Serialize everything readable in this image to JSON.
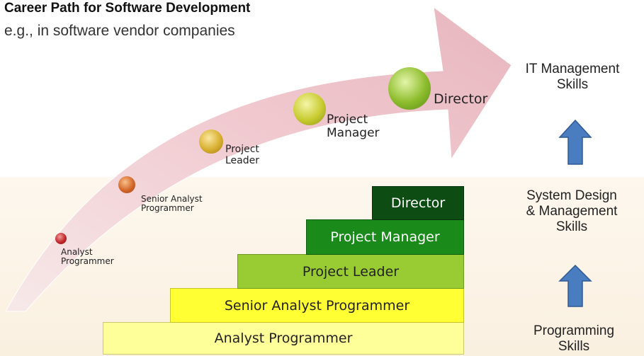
{
  "header": {
    "title": "Career Path for Software Development",
    "subtitle": "e.g., in software vendor companies"
  },
  "path_nodes": [
    {
      "label": "Analyst\nProgrammer",
      "color": "#c0282a"
    },
    {
      "label": "Senior Analyst\nProgrammer",
      "color": "#d4672a"
    },
    {
      "label": "Project\nLeader",
      "color": "#d8b030"
    },
    {
      "label": "Project\nManager",
      "color": "#c8cc30"
    },
    {
      "label": "Director",
      "color": "#8cbc2c"
    }
  ],
  "steps": [
    {
      "label": "Analyst Programmer",
      "color": "#ffff99",
      "text_color": "#222222"
    },
    {
      "label": "Senior Analyst Programmer",
      "color": "#ffff33",
      "text_color": "#222222"
    },
    {
      "label": "Project Leader",
      "color": "#99cc33",
      "text_color": "#222222"
    },
    {
      "label": "Project Manager",
      "color": "#1a8a1a",
      "text_color": "#ffffff"
    },
    {
      "label": "Director",
      "color": "#0d4d14",
      "text_color": "#ffffff"
    }
  ],
  "skills": [
    {
      "label": "Programming\nSkills"
    },
    {
      "label": "System Design\n& Management\nSkills"
    },
    {
      "label": "IT Management\nSkills"
    }
  ],
  "arrow_color": "#4a7cc0"
}
